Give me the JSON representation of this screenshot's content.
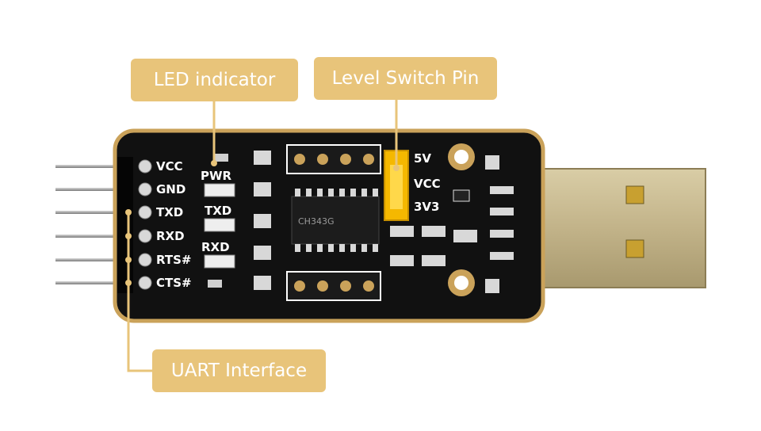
{
  "callouts": {
    "led": "LED indicator",
    "level": "Level Switch Pin",
    "uart": "UART Interface"
  },
  "pins": [
    "VCC",
    "GND",
    "TXD",
    "RXD",
    "RTS#",
    "CTS#"
  ],
  "leds": [
    "PWR",
    "TXD",
    "RXD"
  ],
  "level_labels": {
    "v5": "5V",
    "vcc": "VCC",
    "v3": "3V3"
  },
  "chip_marking": "CH343G",
  "colors": {
    "callout": "#e8c47a",
    "board": "#111111",
    "board_edge": "#caa25a",
    "jumper": "#f5b800",
    "usb_metal": "#c7b98e"
  }
}
